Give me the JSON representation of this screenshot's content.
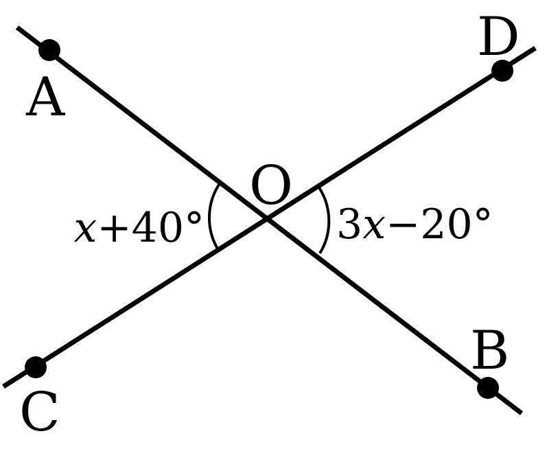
{
  "colors": {
    "stroke": "#000000",
    "background": "#ffffff"
  },
  "points": {
    "A": "A",
    "B": "B",
    "C": "C",
    "D": "D",
    "O": "O"
  },
  "angles": {
    "left": {
      "variable": "x",
      "rest": "+40°"
    },
    "right": {
      "coefficient": "3",
      "variable": "x",
      "rest": "−20°"
    }
  }
}
